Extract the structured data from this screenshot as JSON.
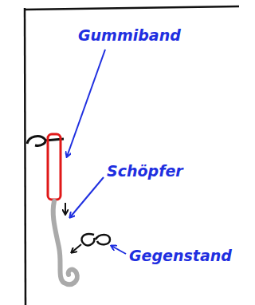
{
  "diagram": {
    "labels": [
      "Gummiband",
      "Schöpfer",
      "Gegenstand"
    ]
  }
}
